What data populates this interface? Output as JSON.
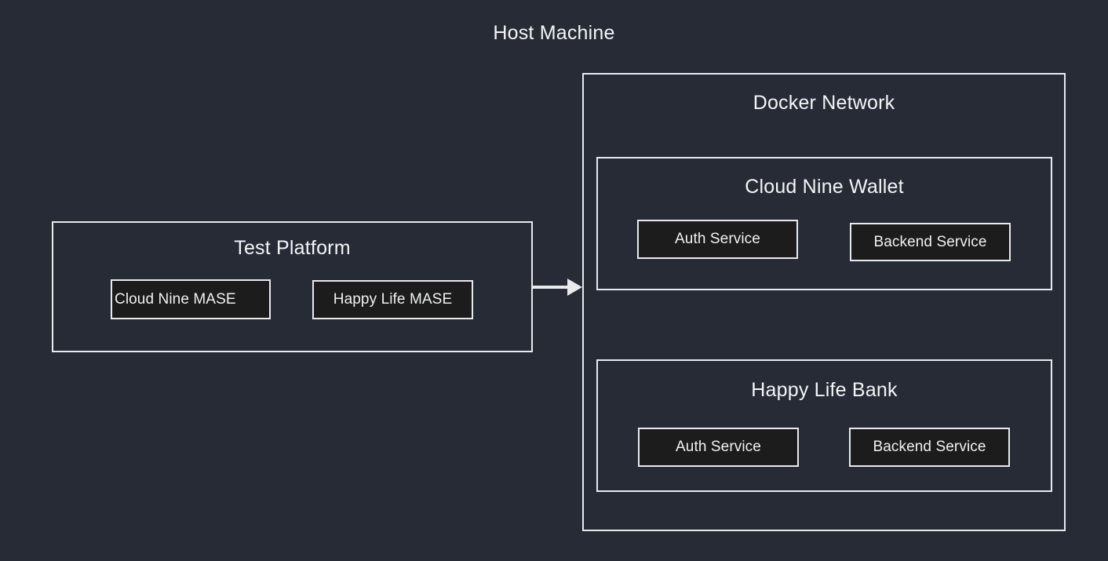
{
  "diagram": {
    "title": "Host Machine",
    "type": "architecture-block-diagram",
    "background_color": "#262b36",
    "stroke_color": "#e8eaee",
    "node_fill_color": "#1c1c1c",
    "text_color": "#f4f5f7"
  },
  "test_platform": {
    "title": "Test Platform",
    "nodes": [
      {
        "label": "Cloud Nine MASE"
      },
      {
        "label": "Happy Life MASE"
      }
    ]
  },
  "docker_network": {
    "title": "Docker Network",
    "groups": [
      {
        "title": "Cloud Nine Wallet",
        "nodes": [
          {
            "label": "Auth Service"
          },
          {
            "label": "Backend Service"
          }
        ]
      },
      {
        "title": "Happy Life Bank",
        "nodes": [
          {
            "label": "Auth Service"
          },
          {
            "label": "Backend Service"
          }
        ]
      }
    ]
  },
  "connector": {
    "from": "Test Platform",
    "to": "Docker Network",
    "direction": "right"
  }
}
